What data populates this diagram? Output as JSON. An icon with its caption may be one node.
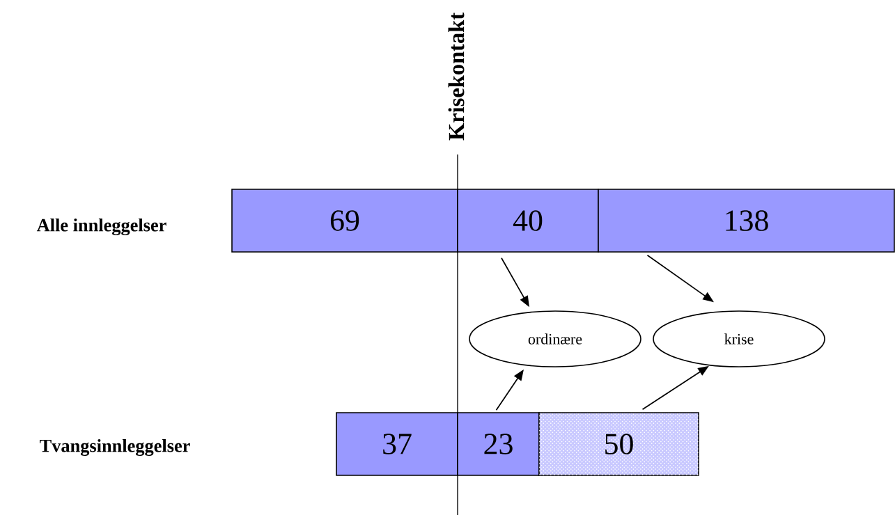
{
  "diagram": {
    "nodes": [
      {
        "text": [
          "69"
        ]
      },
      {
        "text": [
          "40"
        ]
      },
      {
        "text": [
          "138"
        ]
      },
      {
        "text": [
          "37"
        ]
      },
      {
        "text": [
          "23"
        ]
      },
      {
        "text": [
          "50"
        ]
      },
      {
        "text": [
          "ordinære"
        ]
      },
      {
        "text": [
          "krise"
        ]
      }
    ],
    "edges": [
      {
        "from": 1,
        "to": 6,
        "arrow": "to"
      },
      {
        "from": 2,
        "to": 7,
        "arrow": "to"
      },
      {
        "from": 4,
        "to": 6,
        "arrow": "to"
      },
      {
        "from": 5,
        "to": 7,
        "arrow": "to"
      }
    ],
    "labels": [
      "Krisekontakt",
      "Alle innleggelser",
      "Tvangsinnleggelser"
    ]
  }
}
